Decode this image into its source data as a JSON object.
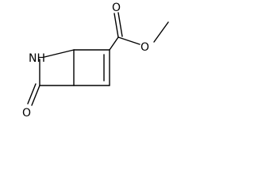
{
  "atom_labels": {
    "amide_nitrogen": "NH",
    "carbonyl_oxygen_ring": "O",
    "carbonyl_oxygen_ester": "O",
    "ester_oxygen": "O"
  },
  "colors": {
    "bond": "#000000",
    "label": "#000000",
    "background": "#ffffff"
  }
}
